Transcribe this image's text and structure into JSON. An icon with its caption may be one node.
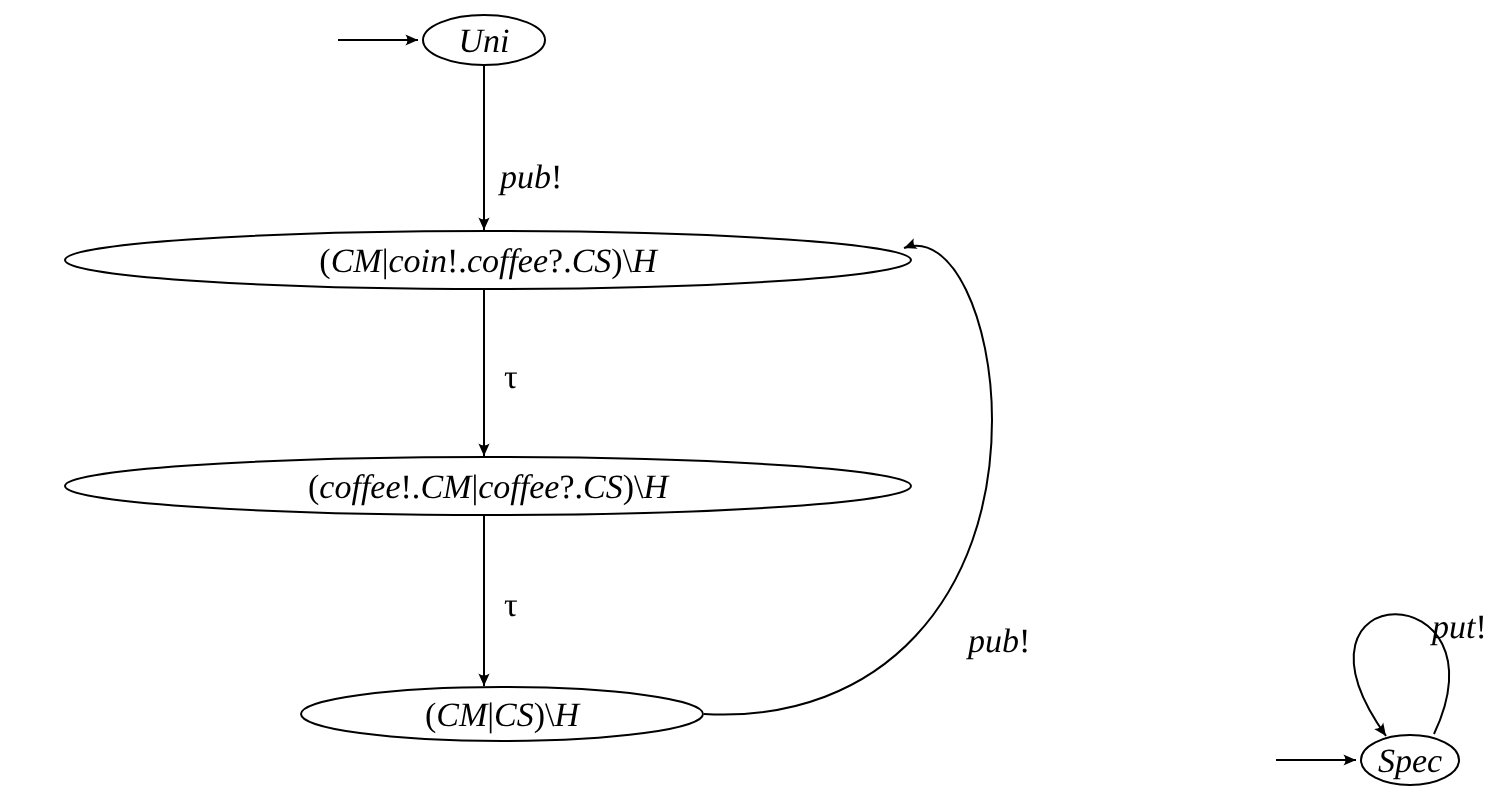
{
  "diagram": {
    "nodes": [
      {
        "text": [
          "*Uni*"
        ]
      },
      {
        "text": [
          "(*CM*|*coin*!.*coffee*?.*CS*)\\*H*"
        ]
      },
      {
        "text": [
          "(*coffee*!.*CM*|*coffee*?.*CS*)\\*H*"
        ]
      },
      {
        "text": [
          "(*CM*|*CS*)\\*H*"
        ]
      },
      {
        "text": [
          "*Spec*"
        ]
      }
    ],
    "edges": [
      {
        "from": null,
        "to": 0,
        "arrow": "to"
      },
      {
        "from": 0,
        "to": 1,
        "arrow": "to",
        "label": "*pub*!"
      },
      {
        "from": 1,
        "to": 2,
        "arrow": "to",
        "label": "τ"
      },
      {
        "from": 2,
        "to": 3,
        "arrow": "to",
        "label": "τ"
      },
      {
        "from": 3,
        "to": 1,
        "arrow": "to",
        "label": "*pub*!"
      },
      {
        "from": null,
        "to": 4,
        "arrow": "to"
      },
      {
        "from": 4,
        "to": 4,
        "arrow": "to",
        "label": "*put*!"
      }
    ]
  }
}
